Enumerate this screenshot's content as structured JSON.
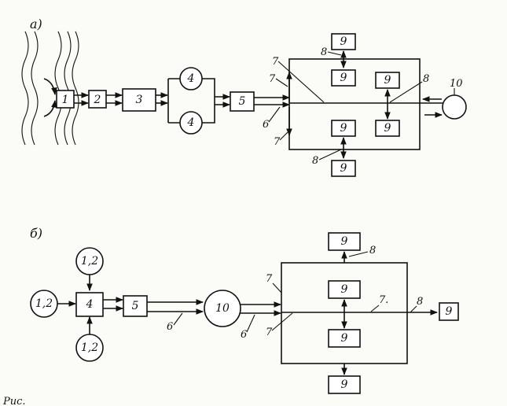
{
  "panels": {
    "a": "а)",
    "b": "б)"
  },
  "diagram_a": {
    "block_1": "1",
    "block_2": "2",
    "block_3": "3",
    "pump_top": "4",
    "pump_bottom": "4",
    "block_5": "5",
    "consumers": [
      "9",
      "9",
      "9",
      "9",
      "9",
      "9"
    ],
    "station": "10",
    "callouts": {
      "c7a": "7",
      "c7b": "7",
      "c7c": "7",
      "c8a": "8",
      "c8b": "8",
      "c8c": "8",
      "c6": "6",
      "c10": "10"
    }
  },
  "diagram_b": {
    "source_top": "1,2",
    "source_left": "1,2",
    "source_bottom": "1,2",
    "block_4": "4",
    "block_5": "5",
    "station": "10",
    "consumers": [
      "9",
      "9",
      "9",
      "9",
      "9"
    ],
    "callouts": {
      "c8a": "8",
      "c7a": "7",
      "c7b": "7.",
      "c8b": "8",
      "c6a": "6",
      "c6b": "6",
      "c7c": "7"
    }
  },
  "footer": "Рис."
}
